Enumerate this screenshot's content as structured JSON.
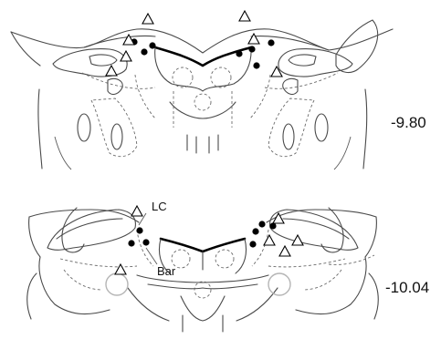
{
  "sections": [
    {
      "level": "-9.80",
      "labels": []
    },
    {
      "level": "-10.04",
      "labels": [
        "LC",
        "Bar"
      ]
    }
  ],
  "markers": {
    "filled_circle": "#000000",
    "open_triangle": "#ffffff"
  }
}
